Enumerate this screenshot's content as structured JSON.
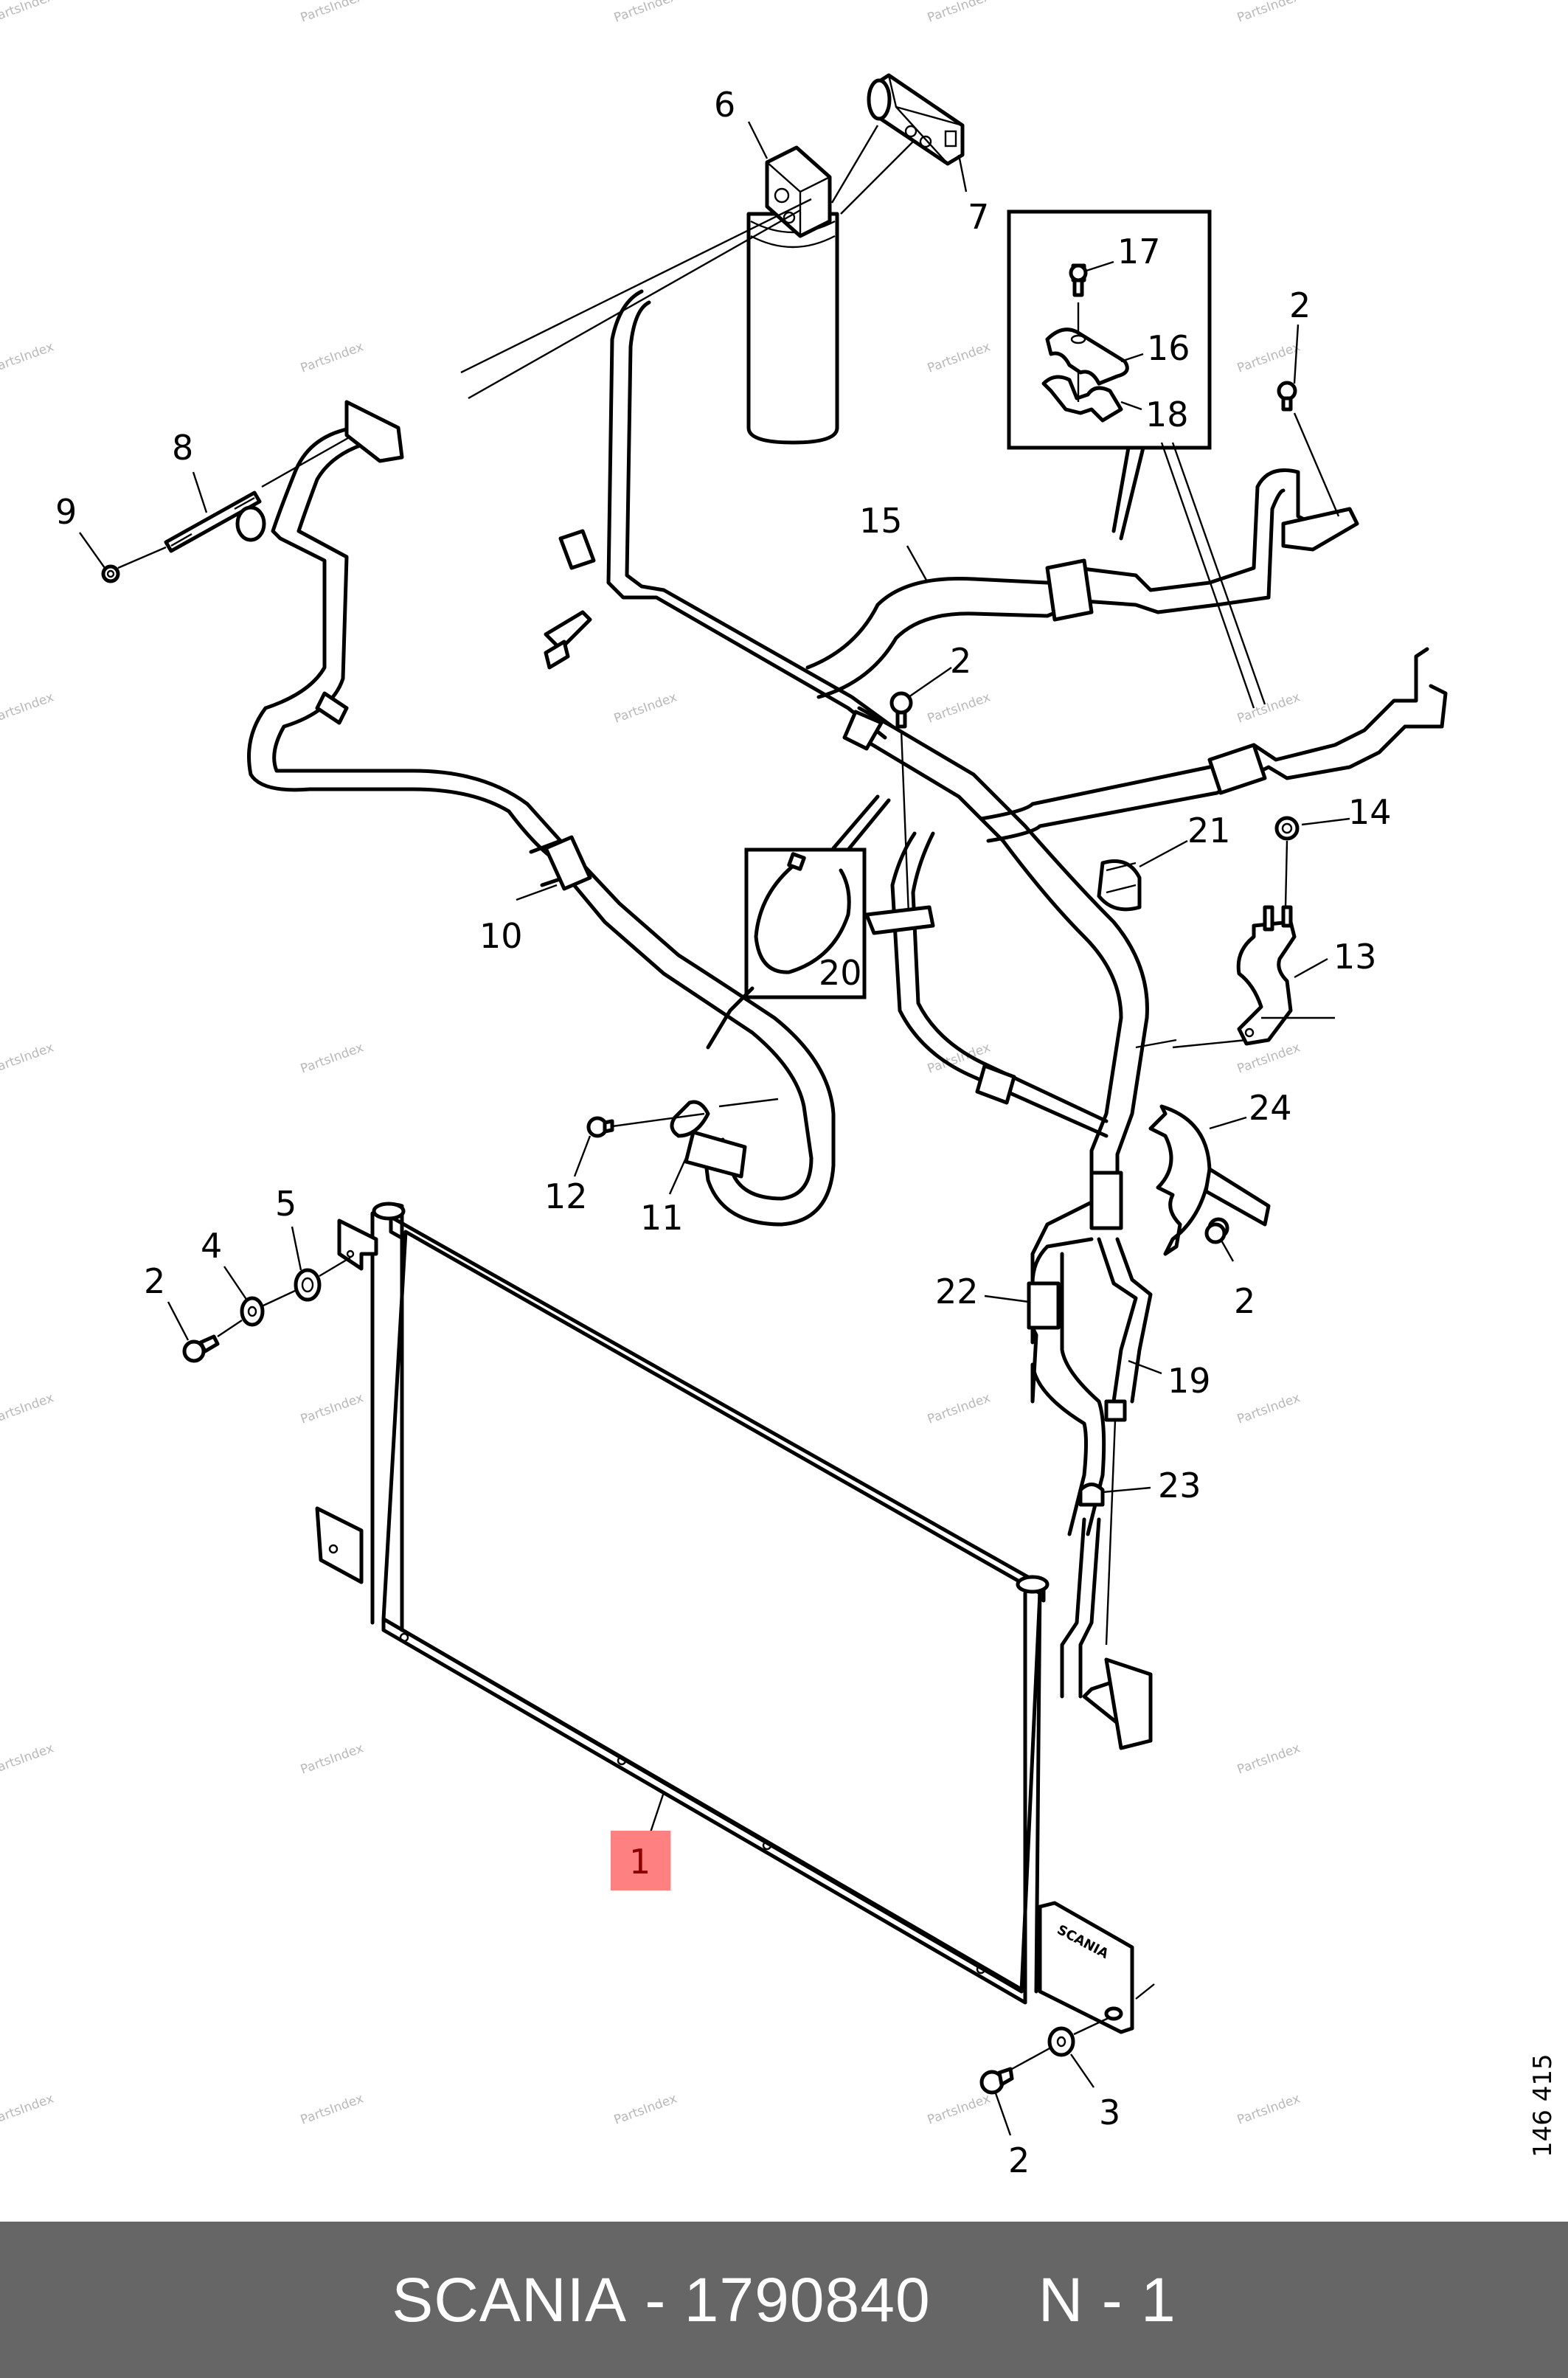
{
  "diagram": {
    "brand": "SCANIA",
    "figure_number": "146 415",
    "watermark": "PartsIndex",
    "highlighted_part": "1",
    "highlight_color": "#ff8080",
    "highlight_text_color": "#8b0000",
    "bracket_logo": "SCANIA",
    "callouts": {
      "c1": "1",
      "c2a": "2",
      "c2b": "2",
      "c2c": "2",
      "c2d": "2",
      "c2e": "2",
      "c3": "3",
      "c4": "4",
      "c5": "5",
      "c6": "6",
      "c7": "7",
      "c8": "8",
      "c9": "9",
      "c10": "10",
      "c11": "11",
      "c12": "12",
      "c13": "13",
      "c14": "14",
      "c15": "15",
      "c16": "16",
      "c17": "17",
      "c18": "18",
      "c19": "19",
      "c20": "20",
      "c21": "21",
      "c22": "22",
      "c23": "23",
      "c24": "24"
    }
  },
  "footer": {
    "brand": "SCANIA",
    "separator": "-",
    "part_number": "1790840",
    "position_label": "N - 1",
    "background_color": "#666666",
    "text_color": "#ffffff"
  }
}
